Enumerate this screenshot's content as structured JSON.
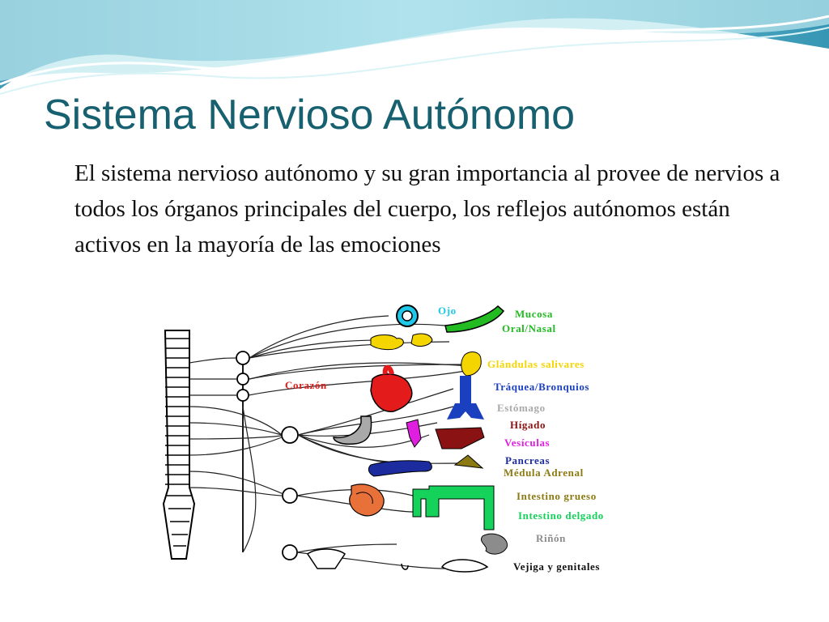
{
  "slide": {
    "title": "Sistema Nervioso Autónomo",
    "body": "El sistema nervioso autónomo y su gran importancia al provee de nervios a todos los órganos principales del cuerpo, los reflejos autónomos están activos en la mayoría de las emociones"
  },
  "diagram": {
    "labels": {
      "ojo": "Ojo",
      "mucosa": "Mucosa",
      "oral_nasal": "Oral/Nasal",
      "glandulas": "Glándulas salivares",
      "corazon": "Corazón",
      "traquea": "Tráquea/Bronquios",
      "estomago": "Estómago",
      "higado": "Hígado",
      "vesiculas": "Vesículas",
      "pancreas": "Pancreas",
      "medula": "Médula  Adrenal",
      "intestino_grueso": "Intestino grueso",
      "intestino_delgado": "Intestino delgado",
      "rinon": "Riñón",
      "vejiga": "Vejiga y genitales"
    },
    "colors": {
      "ojo": "#1fc8e8",
      "mucosa": "#22bb22",
      "glandulas": "#f5d500",
      "corazon": "#e31b1b",
      "traquea": "#1a3fbf",
      "estomago": "#a9a9a9",
      "higado": "#8b1212",
      "vesiculas": "#e01ee0",
      "pancreas": "#1c2c9e",
      "medula": "#8b7a12",
      "intestino_grueso": "#15d35a",
      "intestino_delgado": "#e8713a",
      "rinon": "#8c8c8c",
      "vejiga": "#111111"
    }
  }
}
